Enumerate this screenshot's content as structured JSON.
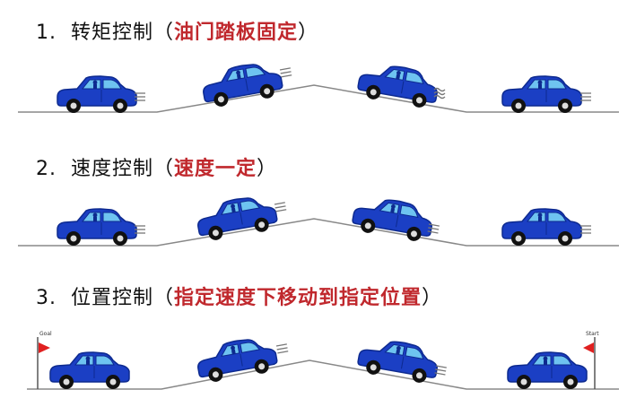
{
  "panels": [
    {
      "number": "1.",
      "title": "转矩控制",
      "open_paren": "（",
      "note": "油门踏板固定",
      "close_paren": "）"
    },
    {
      "number": "2.",
      "title": "速度控制",
      "open_paren": "（",
      "note": "速度一定",
      "close_paren": "）"
    },
    {
      "number": "3.",
      "title": "位置控制",
      "open_paren": "（",
      "note": "指定速度下移动到指定位置",
      "close_paren": "）"
    }
  ],
  "flags": {
    "goal": "Goal",
    "start": "Start"
  },
  "colors": {
    "car": "#1b3fc4",
    "car_dark": "#0d2a8f",
    "window": "#6ec3f0",
    "heading_red": "#c0282d",
    "road": "#888888",
    "flag": "#e02020"
  }
}
